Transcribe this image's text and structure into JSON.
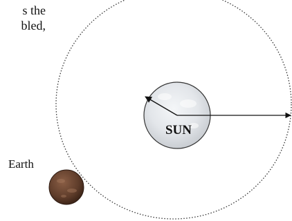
{
  "text_fragment": {
    "line1": "s the",
    "line2": "bled,"
  },
  "labels": {
    "sun": "SUN",
    "earth": "Earth"
  },
  "colors": {
    "sun_fill": "#e3e6ea",
    "earth_fill": "#6b4634",
    "orbit": "#333333",
    "arrow": "#111111"
  }
}
